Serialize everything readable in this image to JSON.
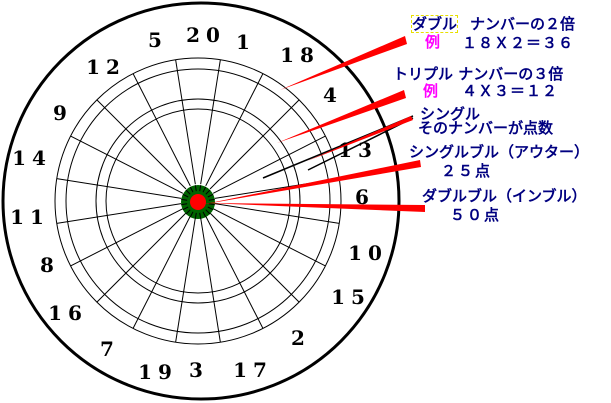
{
  "board": {
    "numbers": [
      "20",
      "1",
      "18",
      "4",
      "13",
      "6",
      "10",
      "15",
      "2",
      "17",
      "3",
      "19",
      "7",
      "16",
      "8",
      "11",
      "14",
      "9",
      "12",
      "5"
    ],
    "colors": {
      "bull_outer": "#006400",
      "bull_inner": "#ff0000",
      "pointer": "#ff0000",
      "label": "#000080",
      "example": "#ff00ff"
    }
  },
  "labels": {
    "double": {
      "name": "ダブル",
      "desc": "ナンバーの２倍",
      "example_tag": "例",
      "example": "１８Ｘ２＝３６"
    },
    "triple": {
      "name": "トリプル ナンバーの３倍",
      "example_tag": "例",
      "example": "４Ｘ３＝１２"
    },
    "single": {
      "name": "シングル",
      "desc": "そのナンバーが点数"
    },
    "single_bull": {
      "name": "シングルブル（アウター）",
      "points": "２５点"
    },
    "double_bull": {
      "name": "ダブルブル（インブル）",
      "points": "５０点"
    }
  }
}
